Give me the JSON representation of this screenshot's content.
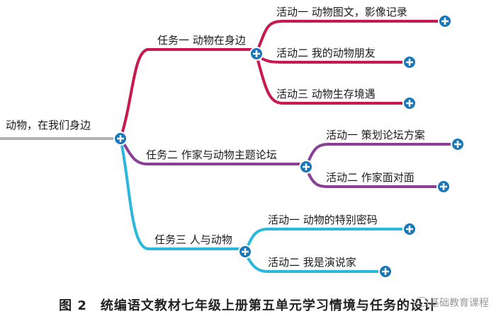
{
  "root": {
    "label": "动物，在我们身边"
  },
  "colors": {
    "task1": "#c8194f",
    "task2": "#8a3e96",
    "task3": "#2cb7dd",
    "root": "#b0b0b0",
    "plus": "#1777b8"
  },
  "tasks": [
    {
      "label": "任务一  动物在身边",
      "activities": [
        "活动一  动物图文，影像记录",
        "活动二  我的动物朋友",
        "活动三  动物生存境遇"
      ]
    },
    {
      "label": "任务二  作家与动物主题论坛",
      "activities": [
        "活动一  策划论坛方案",
        "活动二  作家面对面"
      ]
    },
    {
      "label": "任务三  人与动物",
      "activities": [
        "活动一  动物的特别密码",
        "活动二  我是演说家"
      ]
    }
  ],
  "caption": "图 2　统编语文教材七年级上册第五单元学习情境与任务的设计",
  "watermark": "基础教育课程",
  "icons": {
    "expand": "plus-circle-icon",
    "watermark": "wechat-icon"
  }
}
